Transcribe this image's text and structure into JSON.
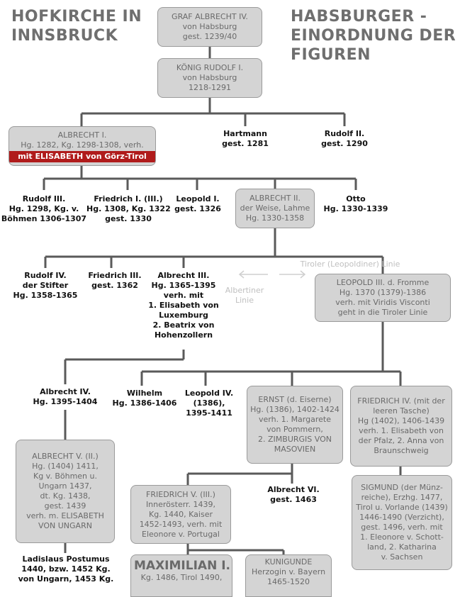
{
  "titles": {
    "left": "HOFKIRCHE IN\nINNSBRUCK",
    "right": "HABSBURGER -\nEINORDNUNG DER\nFIGUREN"
  },
  "nodes": {
    "graf_albrecht": {
      "lines": [
        "GRAF ALBRECHT IV.",
        "von Habsburg",
        "gest. 1239/40"
      ]
    },
    "koenig_rudolf": {
      "lines": [
        "KÖNIG RUDOLF I.",
        "von Habsburg",
        "1218-1291"
      ]
    },
    "albrecht_i": {
      "lines": [
        "ALBRECHT I.",
        "Hg. 1282, Kg. 1298-1308, verh."
      ],
      "highlight": "mit ELISABETH von Görz-Tirol"
    },
    "hartmann": {
      "lines": [
        "Hartmann",
        "gest. 1281"
      ]
    },
    "rudolf_ii": {
      "lines": [
        "Rudolf II.",
        "gest. 1290"
      ]
    },
    "rudolf_iii": {
      "lines": [
        "Rudolf III.",
        "Hg. 1298, Kg. v.",
        "Böhmen 1306-1307"
      ]
    },
    "friedrich_i": {
      "lines": [
        "Friedrich I. (III.)",
        "Hg. 1308, Kg. 1322",
        "gest. 1330"
      ]
    },
    "leopold_i": {
      "lines": [
        "Leopold I.",
        "gest. 1326"
      ]
    },
    "albrecht_ii": {
      "lines": [
        "ALBRECHT II.",
        "der Weise, Lahme",
        "Hg. 1330-1358"
      ]
    },
    "otto": {
      "lines": [
        "Otto",
        "Hg. 1330-1339"
      ]
    },
    "rudolf_iv": {
      "lines": [
        "Rudolf IV.",
        "der Stifter",
        "Hg. 1358-1365"
      ]
    },
    "friedrich_iii": {
      "lines": [
        "Friedrich III.",
        "gest. 1362"
      ]
    },
    "albrecht_iii": {
      "lines": [
        "Albrecht III.",
        "Hg. 1365-1395",
        "verh. mit",
        "1. Elisabeth von",
        "Luxemburg",
        "2. Beatrix von",
        "Hohenzollern"
      ]
    },
    "leopold_iii": {
      "lines": [
        "LEOPOLD III. d. Fromme",
        "Hg. 1370 (1379)-1386",
        "verh. mit Viridis Visconti",
        "geht in die Tiroler Linie"
      ]
    },
    "albrecht_iv": {
      "lines": [
        "Albrecht IV.",
        "Hg. 1395-1404"
      ]
    },
    "wilhelm": {
      "lines": [
        "Wilhelm",
        "Hg. 1386-1406"
      ]
    },
    "leopold_iv": {
      "lines": [
        "Leopold IV.",
        "(1386),",
        "1395-1411"
      ]
    },
    "ernst": {
      "lines": [
        "ERNST (d. Eiserne)",
        "Hg. (1386), 1402-1424",
        "verh. 1. Margarete",
        "von Pommern,",
        "2. ZIMBURGIS VON",
        "MASOVIEN"
      ]
    },
    "friedrich_iv": {
      "lines": [
        "FRIEDRICH IV. (mit der",
        "leeren Tasche)",
        "Hg (1402), 1406-1439",
        "verh. 1. Elisabeth von",
        "der Pfalz, 2. Anna von",
        "Braunschweig"
      ]
    },
    "albrecht_v": {
      "lines": [
        "ALBRECHT V. (II.)",
        "Hg. (1404) 1411,",
        "Kg v. Böhmen u.",
        "Ungarn 1437,",
        "dt. Kg. 1438,",
        "gest. 1439",
        "verh. m. ELISABETH",
        "VON UNGARN"
      ]
    },
    "friedrich_v": {
      "lines": [
        "FRIEDRICH V. (III.)",
        "Innerösterr. 1439,",
        "Kg. 1440, Kaiser",
        "1452-1493, verh. mit",
        "Eleonore v. Portugal"
      ]
    },
    "albrecht_vi": {
      "lines": [
        "Albrecht VI.",
        "gest. 1463"
      ]
    },
    "sigmund": {
      "lines": [
        "SIGMUND (der Münz-",
        "reiche), Erzhg. 1477,",
        "Tirol u. Vorlande (1439)",
        "1446-1490 (Verzicht),",
        "gest. 1496, verh. mit",
        "1. Eleonore v. Schott-",
        "land, 2. Katharina",
        "v. Sachsen"
      ]
    },
    "ladislaus": {
      "lines": [
        "Ladislaus Postumus",
        "1440, bzw. 1452 Kg.",
        "von Ungarn, 1453 Kg."
      ]
    },
    "maximilian": {
      "title": "MAXIMILIAN I.",
      "lines": [
        "Kg. 1486, Tirol 1490,"
      ]
    },
    "kunigunde": {
      "lines": [
        "KUNIGUNDE",
        "Herzogin v. Bayern",
        "1465-1520"
      ]
    }
  },
  "labels": {
    "tiroler_linie": "Tiroler (Leopoldiner) Linie",
    "albertiner_linie": [
      "Albertiner",
      "Linie"
    ],
    "arrow_left": "←",
    "arrow_right": "→"
  },
  "colors": {
    "box_fill": "#d4d4d4",
    "box_text": "#6a6a6a",
    "highlight": "#b01b1b",
    "line": "#5a5a5a"
  }
}
